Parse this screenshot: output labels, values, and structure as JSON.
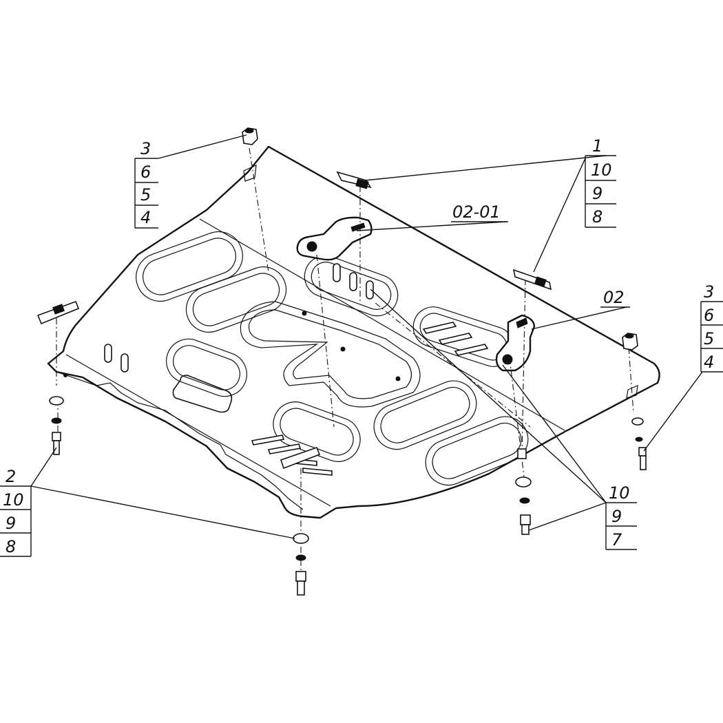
{
  "callouts": {
    "top_left": {
      "items": [
        "3",
        "6",
        "5",
        "4"
      ]
    },
    "top_right": {
      "items": [
        "1",
        "10",
        "9",
        "8"
      ]
    },
    "right": {
      "items": [
        "3",
        "6",
        "5",
        "4"
      ]
    },
    "bottom_left": {
      "items": [
        "2",
        "10",
        "9",
        "8"
      ]
    },
    "bottom_right": {
      "items": [
        "10",
        "9",
        "7"
      ]
    },
    "part_02_01": "02-01",
    "part_02": "02"
  }
}
